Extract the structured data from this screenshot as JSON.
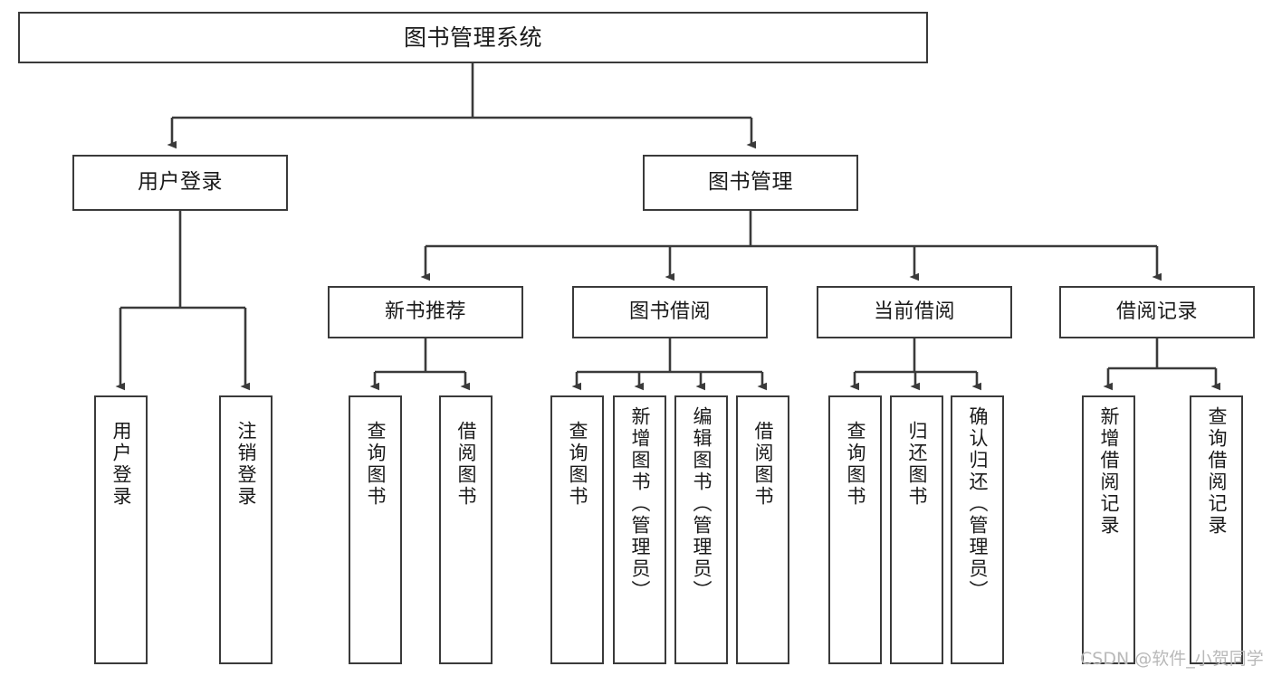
{
  "diagram": {
    "title_text": "图书管理系统",
    "type": "hierarchy-tree",
    "watermark": "CSDN @软件_小贺同学",
    "colors": {
      "background": "#ffffff",
      "box_border": "#3a3a3a",
      "box_fill": "#ffffff",
      "connector": "#3a3a3a",
      "text": "#1a1a1a",
      "watermark": "#b9b9b9"
    },
    "nodes": {
      "root": {
        "label": "图书管理系统"
      },
      "level2": [
        {
          "label": "用户登录"
        },
        {
          "label": "图书管理"
        }
      ],
      "level3": [
        {
          "label": "新书推荐"
        },
        {
          "label": "图书借阅"
        },
        {
          "label": "当前借阅"
        },
        {
          "label": "借阅记录"
        }
      ],
      "leaves": {
        "user_login": [
          {
            "label": "用户登录"
          },
          {
            "label": "注销登录"
          }
        ],
        "new_book_recommend": [
          {
            "label": "查询图书"
          },
          {
            "label": "借阅图书"
          }
        ],
        "book_borrow": [
          {
            "label": "查询图书"
          },
          {
            "label": "新增图书（管理员）"
          },
          {
            "label": "编辑图书（管理员）"
          },
          {
            "label": "借阅图书"
          }
        ],
        "current_borrow": [
          {
            "label": "查询图书"
          },
          {
            "label": "归还图书"
          },
          {
            "label": "确认归还（管理员）"
          }
        ],
        "borrow_record": [
          {
            "label": "新增借阅记录"
          },
          {
            "label": "查询借阅记录"
          }
        ]
      }
    }
  }
}
